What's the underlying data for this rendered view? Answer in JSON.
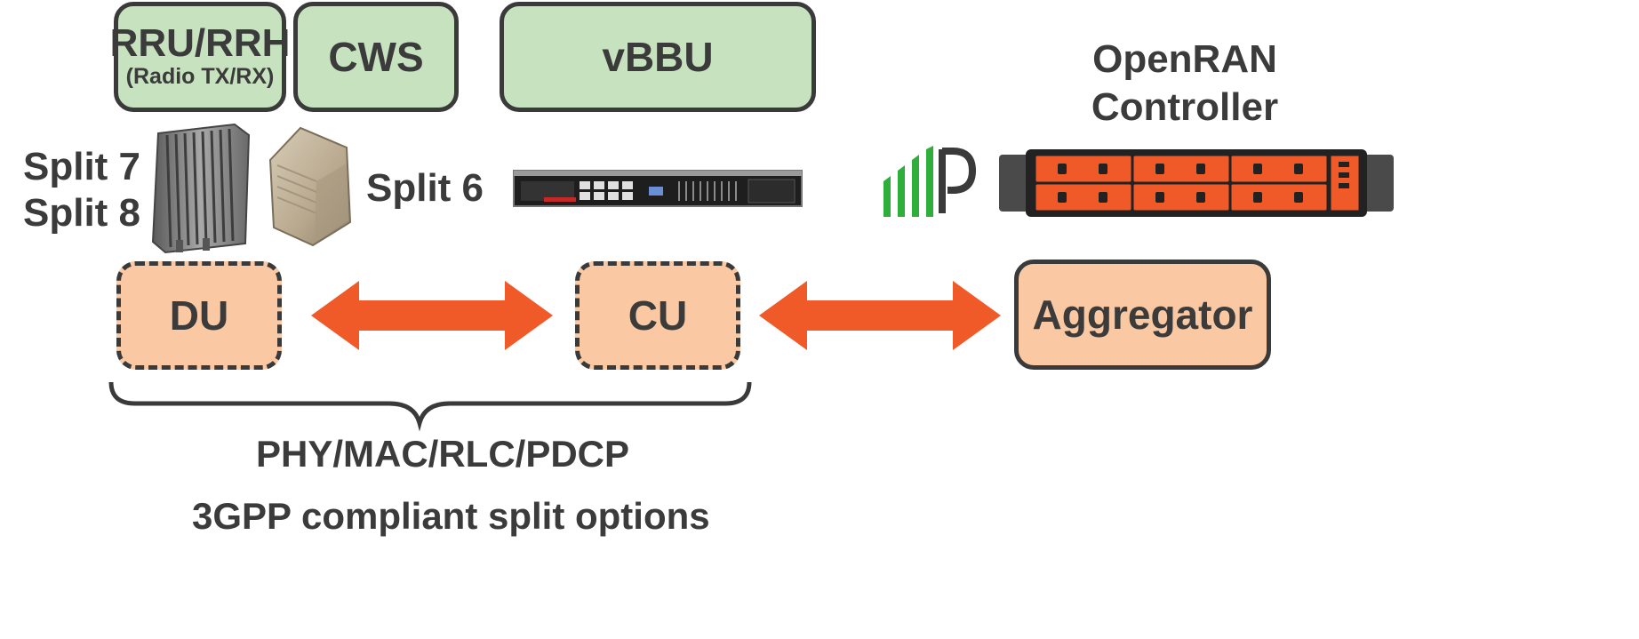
{
  "top_boxes": {
    "rru": {
      "title": "RRU/RRH",
      "subtitle": "(Radio TX/RX)"
    },
    "cws": {
      "title": "CWS"
    },
    "vbbu": {
      "title": "vBBU"
    }
  },
  "controller_label": [
    "OpenRAN",
    "Controller"
  ],
  "split_left": [
    "Split 7",
    "Split 8"
  ],
  "split_right": "Split 6",
  "nodes": {
    "du": "DU",
    "cu": "CU",
    "aggregator": "Aggregator"
  },
  "brace_label": "PHY/MAC/RLC/PDCP",
  "footer": "3GPP compliant split options",
  "colors": {
    "arrow": "#f05a28",
    "green_box": "#c7e2bf",
    "peach_box": "#fac8a3",
    "border": "#3a3a3a",
    "logo_green": "#2fae3b",
    "server_orange": "#f05a28"
  },
  "icons": [
    "radio-unit-icon",
    "cws-unit-icon",
    "rack-server-icon",
    "parallel-logo-icon",
    "storage-server-icon"
  ]
}
